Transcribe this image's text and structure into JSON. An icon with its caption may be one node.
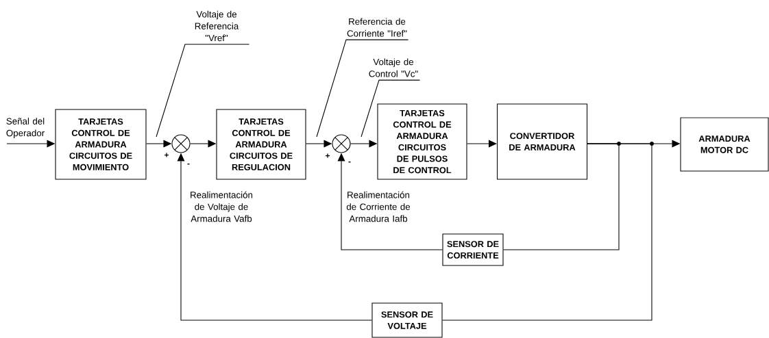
{
  "diagram": {
    "nodes": [
      {
        "text": [
          "TARJETAS CONTROL DE ARMADURA CIRCUITOS DE MOVIMIENTO"
        ]
      },
      {
        "text": [],
        "shape": "circle"
      },
      {
        "text": [
          "TARJETAS CONTROL DE ARMADURA CIRCUITOS DE REGULACION"
        ]
      },
      {
        "text": [],
        "shape": "circle"
      },
      {
        "text": [
          "TARJETAS CONTROL DE ARMADURA CIRCUITOS DE PULSOS DE CONTROL"
        ]
      },
      {
        "text": [
          "CONVERTIDOR DE ARMADURA"
        ]
      },
      {
        "text": [
          "ARMADURA MOTOR DC"
        ]
      },
      {
        "text": [
          "SENSOR DE CORRIENTE"
        ]
      },
      {
        "text": [
          "SENSOR DE VOLTAJE"
        ]
      },
      {
        "text": [
          "Voltaje de Referencia \"Vref\""
        ]
      },
      {
        "text": [
          "Referencia de Corriente \"Iref\""
        ]
      },
      {
        "text": [
          "Voltaje de Control \"Vc\""
        ]
      }
    ],
    "edges": [
      {
        "from": null,
        "to": 0,
        "arrow": "to",
        "label": "Señal del Operador"
      },
      {
        "from": 0,
        "to": 1,
        "arrow": "to"
      },
      {
        "from": 1,
        "to": 2,
        "arrow": "to"
      },
      {
        "from": 2,
        "to": 3,
        "arrow": "to"
      },
      {
        "from": 3,
        "to": 4,
        "arrow": "to"
      },
      {
        "from": 4,
        "to": 5,
        "arrow": "to"
      },
      {
        "from": 5,
        "to": 6,
        "arrow": "to"
      },
      {
        "from": 5,
        "to": 7,
        "arrow": "none"
      },
      {
        "from": 7,
        "to": 3,
        "arrow": "to",
        "label": "Realimentación de Corriente de Armadura Iafb"
      },
      {
        "from": 5,
        "to": 8,
        "arrow": "none"
      },
      {
        "from": 8,
        "to": 1,
        "arrow": "to",
        "label": "Realimentación de Voltaje de Armadura Vafb"
      },
      {
        "from": 9,
        "to": null,
        "arrow": "none"
      },
      {
        "from": 10,
        "to": null,
        "arrow": "none"
      },
      {
        "from": 11,
        "to": null,
        "arrow": "none"
      }
    ],
    "labels": [
      "+",
      "-",
      "+",
      "-"
    ]
  }
}
